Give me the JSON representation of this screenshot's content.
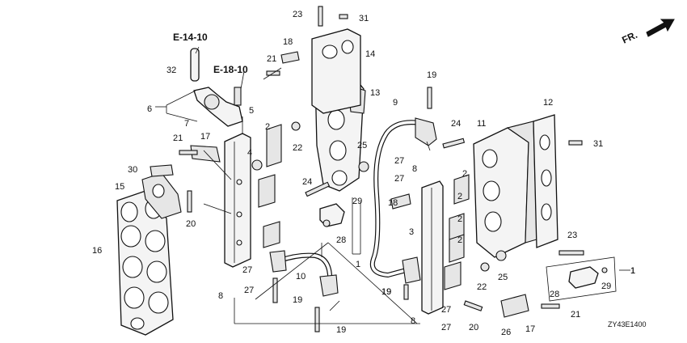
{
  "diagram_code": "ZY43E1400",
  "direction_label": "FR.",
  "references": [
    "E-14-10",
    "E-18-10"
  ],
  "callouts": [
    "23",
    "31",
    "18",
    "14",
    "21",
    "32",
    "6",
    "7",
    "13",
    "5",
    "17",
    "2",
    "22",
    "25",
    "21",
    "4",
    "9",
    "19",
    "24",
    "11",
    "12",
    "31",
    "30",
    "15",
    "24",
    "29",
    "27",
    "8",
    "27",
    "20",
    "18",
    "2",
    "2",
    "3",
    "2",
    "23",
    "1",
    "2",
    "28",
    "16",
    "1",
    "27",
    "28",
    "10",
    "8",
    "27",
    "19",
    "19",
    "22",
    "25",
    "29",
    "1",
    "19",
    "27",
    "8",
    "27",
    "19",
    "20",
    "26",
    "17",
    "21"
  ]
}
